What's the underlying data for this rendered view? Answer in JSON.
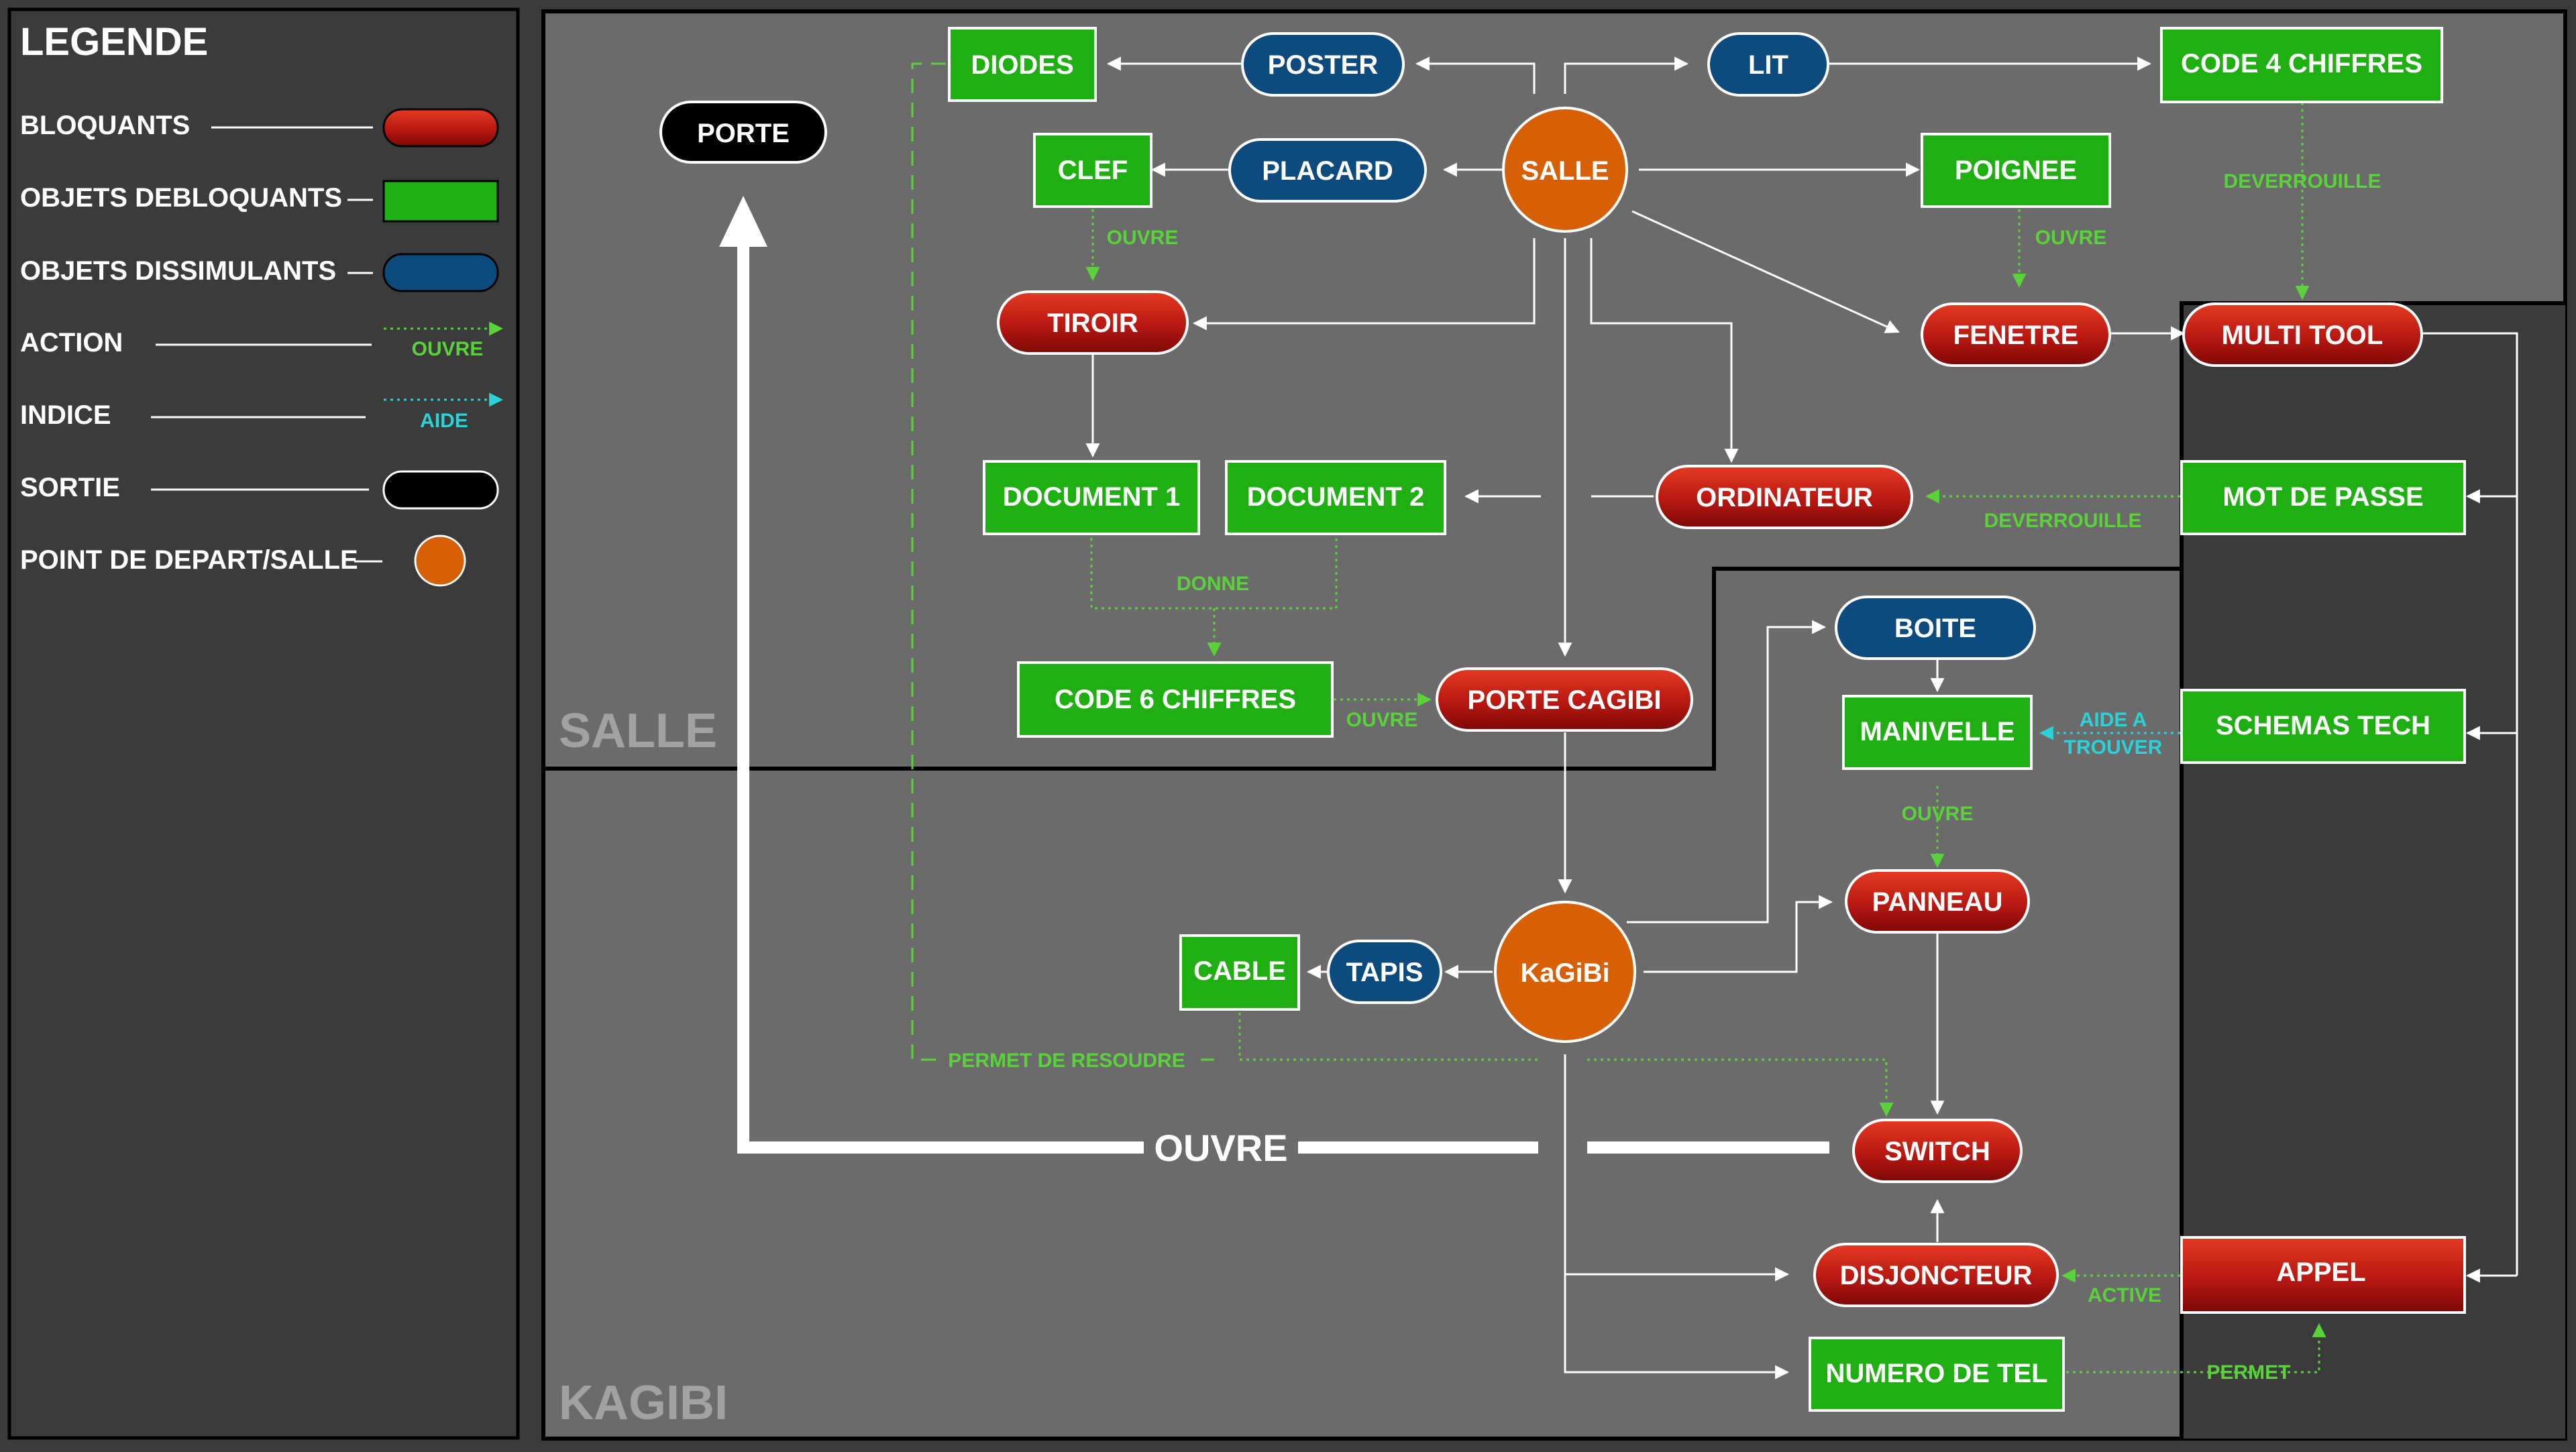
{
  "legend": {
    "title": "LEGENDE",
    "items": [
      {
        "id": "bloquants",
        "label": "BLOQUANTS",
        "kind": "block"
      },
      {
        "id": "debloquants",
        "label": "OBJETS DEBLOQUANTS",
        "kind": "unlock"
      },
      {
        "id": "dissimulants",
        "label": "OBJETS DISSIMULANTS",
        "kind": "hide"
      },
      {
        "id": "action",
        "label": "ACTION",
        "kind": "action",
        "sample": "OUVRE"
      },
      {
        "id": "indice",
        "label": "INDICE",
        "kind": "hint",
        "sample": "AIDE"
      },
      {
        "id": "sortie",
        "label": "SORTIE",
        "kind": "exit"
      },
      {
        "id": "depart",
        "label": "POINT DE DEPART/SALLE",
        "kind": "start"
      }
    ]
  },
  "zones": {
    "salle": "SALLE",
    "kagibi": "KAGIBI"
  },
  "colors": {
    "block": "#b81812",
    "unlock": "#1faf12",
    "hide": "#0d4a7e",
    "exit": "#000000",
    "start": "#d75f05",
    "action": "#5ad33a",
    "hint": "#2bd3d8",
    "line": "#ffffff",
    "panel": "#6b6b6b",
    "dark": "#3b3b3b"
  },
  "nodes": {
    "porte": "PORTE",
    "diodes": "DIODES",
    "poster": "POSTER",
    "lit": "LIT",
    "code4": "CODE 4 CHIFFRES",
    "clef": "CLEF",
    "placard": "PLACARD",
    "salle": "SALLE",
    "poignee": "POIGNEE",
    "tiroir": "TIROIR",
    "fenetre": "FENETRE",
    "multitool": "MULTI TOOL",
    "doc1": "DOCUMENT 1",
    "doc2": "DOCUMENT 2",
    "ordinateur": "ORDINATEUR",
    "motdepasse": "MOT DE PASSE",
    "code6": "CODE 6 CHIFFRES",
    "portecagibi": "PORTE CAGIBI",
    "boite": "BOITE",
    "manivelle": "MANIVELLE",
    "schemas": "SCHEMAS TECH",
    "panneau": "PANNEAU",
    "cable": "CABLE",
    "tapis": "TAPIS",
    "kagibi": "KaGiBi",
    "switch": "SWITCH",
    "disjoncteur": "DISJONCTEUR",
    "appel": "APPEL",
    "numero": "NUMERO DE TEL"
  },
  "edge_labels": {
    "ouvre_clef": "OUVRE",
    "ouvre_poignee": "OUVRE",
    "deverrouille_code4": "DEVERROUILLE",
    "deverrouille_mdp": "DEVERROUILLE",
    "donne": "DONNE",
    "ouvre_code6": "OUVRE",
    "aide_a": "AIDE  A",
    "trouver": "TROUVER",
    "ouvre_manivelle": "OUVRE",
    "permet_resoudre": "PERMET DE RESOUDRE",
    "ouvre_exit": "OUVRE",
    "active": "ACTIVE",
    "permet": "PERMET"
  }
}
